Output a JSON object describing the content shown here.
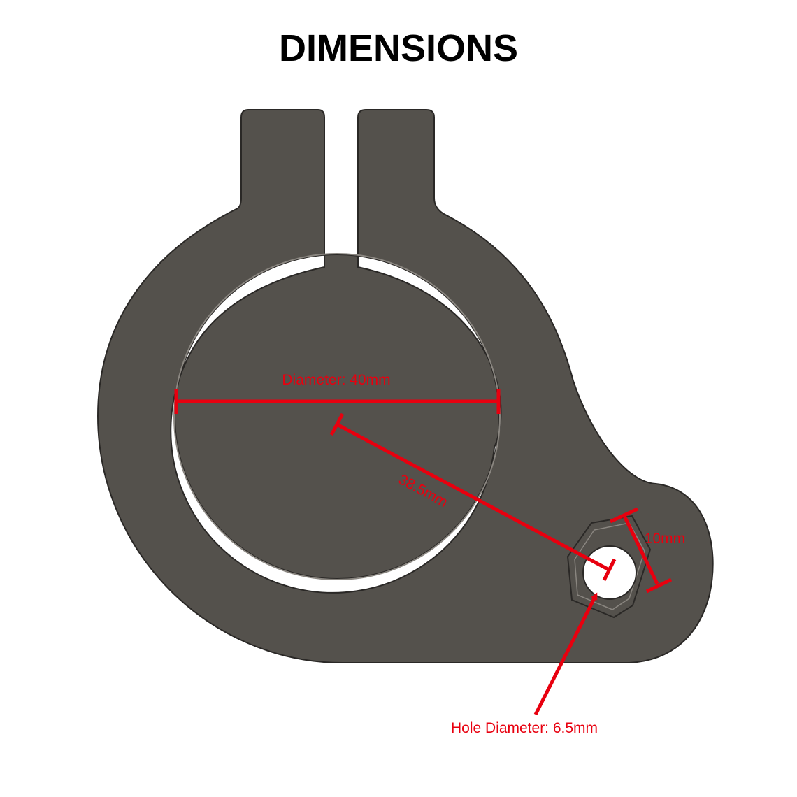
{
  "title": "DIMENSIONS",
  "colors": {
    "part_fill": "#54514c",
    "part_edge": "#2a2826",
    "part_highlight": "#8a8680",
    "dimension": "#e8000f",
    "background": "#ffffff"
  },
  "dimensions": {
    "bore_diameter": "Diameter: 40mm",
    "center_distance": "38.5mm",
    "nut_width": "10mm",
    "hole_diameter": "Hole Diameter: 6.5mm"
  }
}
